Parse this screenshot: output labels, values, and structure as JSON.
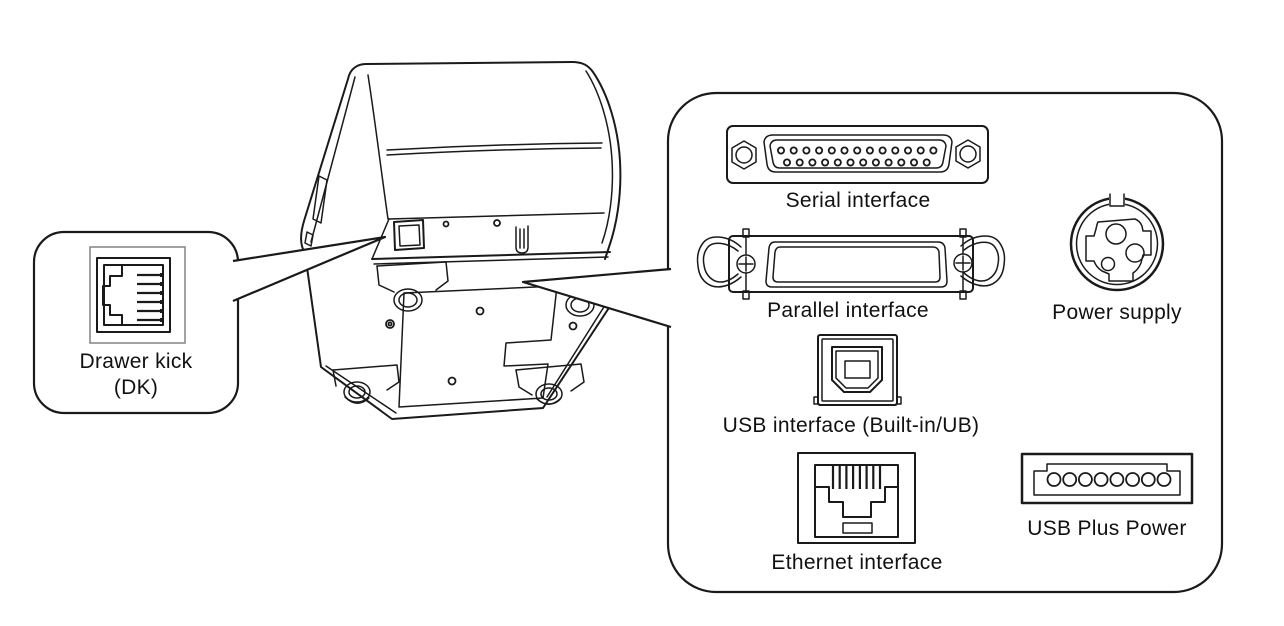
{
  "figure": {
    "background": "#ffffff",
    "line_color": "#1a1a1a",
    "frame_color": "#8a8a8a"
  },
  "drawer_kick_callout": {
    "label_line1": "Drawer kick",
    "label_line2": "(DK)"
  },
  "interface_callout": {
    "serial": "Serial interface",
    "parallel": "Parallel interface",
    "power": "Power supply",
    "usb_b": "USB interface (Built-in/UB)",
    "ethernet": "Ethernet interface",
    "usb_plus_power": "USB Plus Power"
  }
}
